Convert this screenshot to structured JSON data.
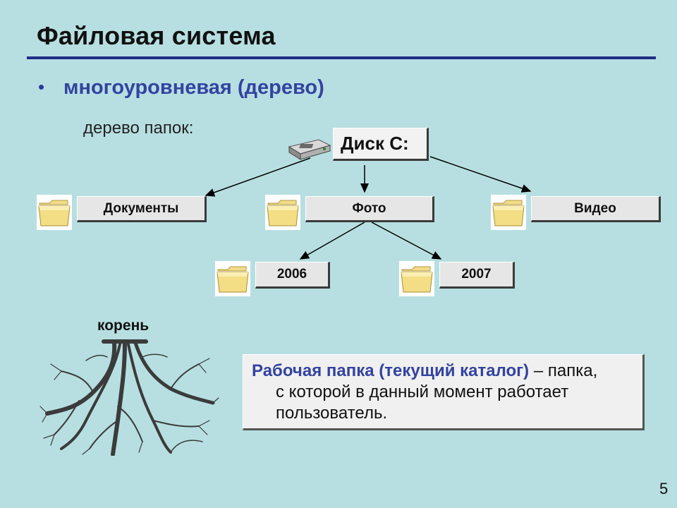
{
  "title": "Файловая система",
  "bullet": "многоуровневая (дерево)",
  "subtitle": "дерево папок:",
  "tree": {
    "root": "Диск C:",
    "level1": [
      "Документы",
      "Фото",
      "Видео"
    ],
    "level2": [
      "2006",
      "2007"
    ]
  },
  "root_label": "корень",
  "definition": {
    "term": "Рабочая папка (текущий каталог)",
    "rest_line1": " – папка,",
    "line2": "с которой в данный момент работает",
    "line3": "пользователь."
  },
  "page_number": "5",
  "icons": {
    "disk": "hard-disk-icon",
    "folder": "folder-icon",
    "roots": "tree-roots-image"
  },
  "colors": {
    "background": "#b7dfe1",
    "title_rule": "#1f2e86",
    "accent_text": "#3343a0"
  }
}
